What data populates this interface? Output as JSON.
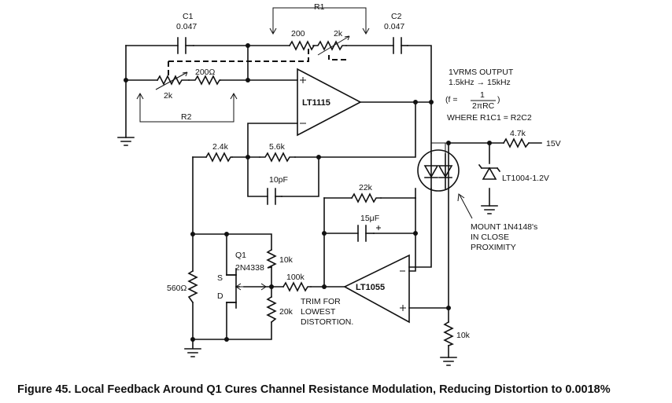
{
  "caption": "Figure 45. Local Feedback Around Q1 Cures Channel Resistance Modulation, Reducing Distortion to 0.0018%",
  "components": {
    "c1_name": "C1",
    "c1_value": "0.047",
    "c2_name": "C2",
    "c2_value": "0.047",
    "r1_name": "R1",
    "r1_fixed": "200",
    "r1_pot": "2k",
    "r2_name": "R2",
    "r2_pot": "2k",
    "r2_fixed": "200Ω",
    "opamp1": "LT1115",
    "opamp2": "LT1055",
    "r_24k": "2.4k",
    "r_56k": "5.6k",
    "c_10pf": "10pF",
    "r_22k": "22k",
    "c_15uf": "15μF",
    "r_10k_q": "10k",
    "r_20k": "20k",
    "r_100k": "100k",
    "r_560": "560Ω",
    "q1_name": "Q1",
    "q1_part": "2N4338",
    "q1_s": "S",
    "q1_d": "D",
    "r_47k": "4.7k",
    "supply": "15V",
    "ref": "LT1004-1.2V",
    "r_10k_out": "10k"
  },
  "annotations": {
    "output_line1": "1VRMS OUTPUT",
    "output_line2": "1.5kHz → 15kHz",
    "formula_f": "(f =",
    "formula_num": "1",
    "formula_den": "2πRC",
    "formula_close": ")",
    "where": "WHERE R1C1 = R2C2",
    "mount1": "MOUNT 1N4148's",
    "mount2": "IN CLOSE",
    "mount3": "PROXIMITY",
    "trim1": "TRIM FOR",
    "trim2": "LOWEST",
    "trim3": "DISTORTION."
  }
}
